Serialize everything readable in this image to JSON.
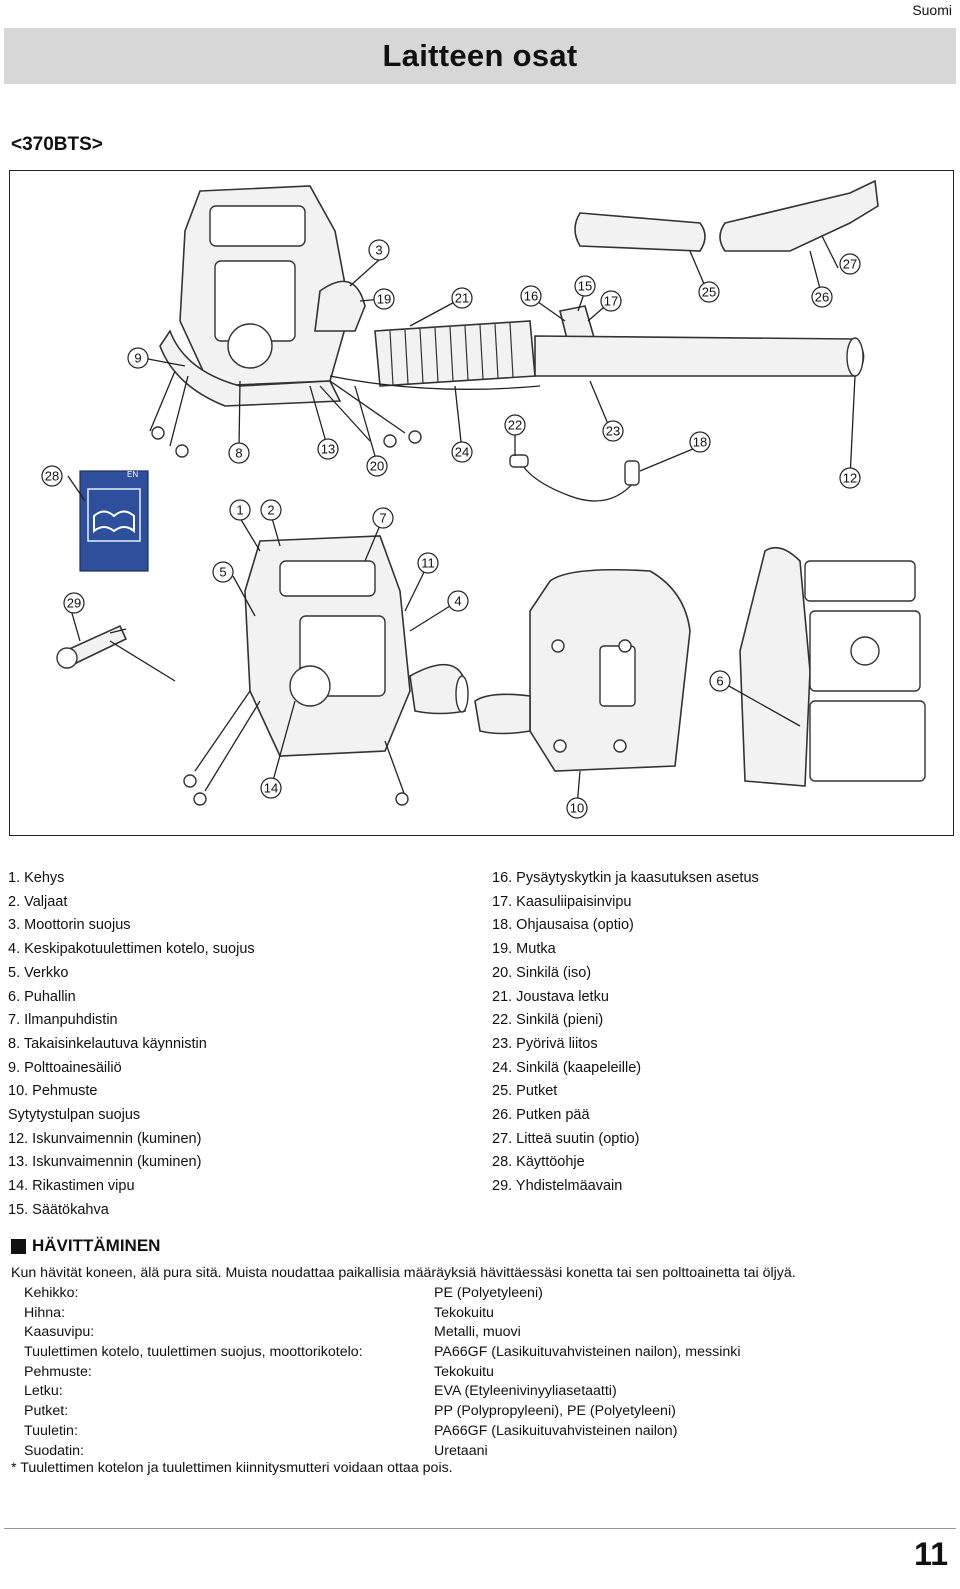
{
  "header": {
    "language": "Suomi",
    "title": "Laitteen osat",
    "model": "<370BTS>"
  },
  "figure": {
    "manual_brand": "EN",
    "callouts": [
      "1",
      "2",
      "3",
      "4",
      "5",
      "6",
      "7",
      "8",
      "9",
      "10",
      "11",
      "12",
      "13",
      "14",
      "15",
      "16",
      "17",
      "18",
      "19",
      "20",
      "21",
      "22",
      "23",
      "24",
      "25",
      "26",
      "27",
      "28",
      "29"
    ]
  },
  "parts_left": [
    "1. Kehys",
    "2. Valjaat",
    "3. Moottorin suojus",
    "4. Keskipakotuulettimen kotelo, suojus",
    "5. Verkko",
    "6. Puhallin",
    "7. Ilmanpuhdistin",
    "8. Takaisinkelautuva käynnistin",
    "9. Polttoainesäiliö",
    "10. Pehmuste",
    "Sytytystulpan suojus",
    "12. Iskunvaimennin (kuminen)",
    "13. Iskunvaimennin (kuminen)",
    "14. Rikastimen vipu",
    "15. Säätökahva"
  ],
  "parts_right": [
    "16. Pysäytyskytkin ja kaasutuksen asetus",
    "17. Kaasuliipaisinvipu",
    "18. Ohjausaisa (optio)",
    "19. Mutka",
    "20. Sinkilä (iso)",
    "21. Joustava letku",
    "22. Sinkilä (pieni)",
    "23. Pyörivä liitos",
    "24. Sinkilä (kaapeleille)",
    "25. Putket",
    "26. Putken pää",
    "27. Litteä suutin (optio)",
    "28. Käyttöohje",
    "29. Yhdistelmäavain"
  ],
  "disposal": {
    "heading": "HÄVITTÄMINEN",
    "intro": "Kun hävität koneen, älä pura sitä. Muista noudattaa paikallisia määräyksiä hävittäessäsi konetta tai sen polttoainetta tai öljyä.",
    "materials": [
      {
        "part": "Kehikko:",
        "material": "PE (Polyetyleeni)"
      },
      {
        "part": "Hihna:",
        "material": "Tekokuitu"
      },
      {
        "part": "Kaasuvipu:",
        "material": "Metalli, muovi"
      },
      {
        "part": "Tuulettimen kotelo, tuulettimen suojus, moottorikotelo:",
        "material": "PA66GF (Lasikuituvahvisteinen nailon), messinki"
      },
      {
        "part": "Pehmuste:",
        "material": "Tekokuitu"
      },
      {
        "part": "Letku:",
        "material": "EVA (Etyleenivinyyliasetaatti)"
      },
      {
        "part": "Putket:",
        "material": "PP (Polypropyleeni), PE (Polyetyleeni)"
      },
      {
        "part": "Tuuletin:",
        "material": "PA66GF (Lasikuituvahvisteinen nailon)"
      },
      {
        "part": "Suodatin:",
        "material": "Uretaani"
      }
    ],
    "footnote": "* Tuulettimen kotelon ja tuulettimen kiinnitysmutteri voidaan ottaa pois."
  },
  "footer": {
    "page_number": "11"
  }
}
